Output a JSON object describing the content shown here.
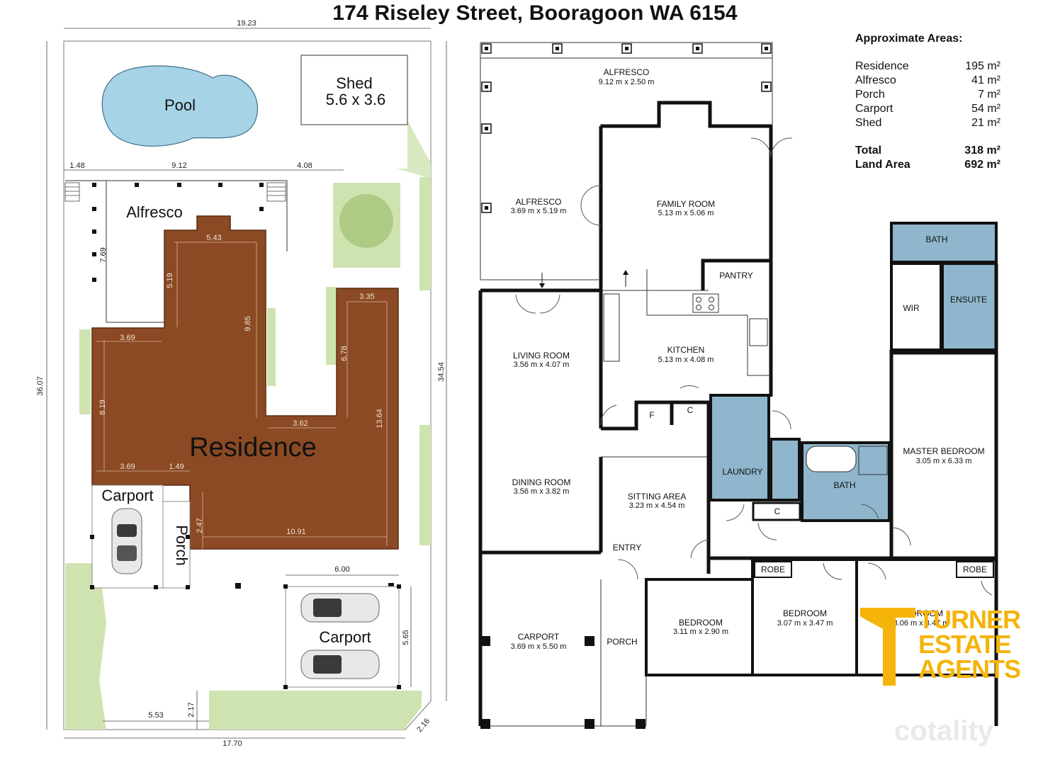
{
  "title": "174 Riseley Street, Booragoon WA 6154",
  "site_plan": {
    "labels": {
      "pool": "Pool",
      "shed_name": "Shed",
      "shed_size": "5.6 x 3.6",
      "alfresco": "Alfresco",
      "residence": "Residence",
      "carport1": "Carport",
      "porch": "Porch",
      "carport2": "Carport"
    },
    "dimensions": {
      "top_width": "19.23",
      "left_height": "36.07",
      "right_height": "34.54",
      "bottom_width": "17.70",
      "corner": "2.16",
      "d148": "1.48",
      "d912": "9.12",
      "d408": "4.08",
      "d769": "7.69",
      "d543": "5.43",
      "d519": "5.19",
      "d985": "9.85",
      "d335": "3.35",
      "d678": "6.78",
      "d369a": "3.69",
      "d819": "8.19",
      "d362": "3.62",
      "d1364": "13.64",
      "d369b": "3.69",
      "d149": "1.49",
      "d247": "2.47",
      "d1091": "10.91",
      "d600": "6.00",
      "d565": "5.65",
      "d553": "5.53",
      "d217": "2.17"
    }
  },
  "floor_plan": {
    "rooms": {
      "alfresco_top_name": "ALFRESCO",
      "alfresco_top_size": "9.12 m x 2.50 m",
      "alfresco_left_name": "ALFRESCO",
      "alfresco_left_size": "3.69 m x 5.19 m",
      "family_name": "FAMILY ROOM",
      "family_size": "5.13 m x 5.06 m",
      "pantry": "PANTRY",
      "kitchen_name": "KITCHEN",
      "kitchen_size": "5.13 m x 4.08 m",
      "living_name": "LIVING ROOM",
      "living_size": "3.56 m x 4.07 m",
      "f": "F",
      "c1": "C",
      "laundry": "LAUNDRY",
      "bath_main": "BATH",
      "c2": "C",
      "dining_name": "DINING ROOM",
      "dining_size": "3.56 m x 3.82 m",
      "sitting_name": "SITTING AREA",
      "sitting_size": "3.23 m x 4.54 m",
      "entry": "ENTRY",
      "bath_ens": "BATH",
      "wir": "WIR",
      "ensuite": "ENSUITE",
      "master_name": "MASTER BEDROOM",
      "master_size": "3.05 m x 6.33 m",
      "robe1": "ROBE",
      "robe2": "ROBE",
      "carport_name": "CARPORT",
      "carport_size": "3.69 m x 5.50 m",
      "porch": "PORCH",
      "bed1_name": "BEDROOM",
      "bed1_size": "3.11 m x 2.90 m",
      "bed2_name": "BEDROOM",
      "bed2_size": "3.07 m x 3.47 m",
      "bed3_name": "BEDROOM",
      "bed3_size": "3.06 m x 3.47 m"
    }
  },
  "areas": {
    "heading": "Approximate Areas:",
    "rows": [
      {
        "name": "Residence",
        "value": "195 m²"
      },
      {
        "name": "Alfresco",
        "value": "41 m²"
      },
      {
        "name": "Porch",
        "value": "7 m²"
      },
      {
        "name": "Carport",
        "value": "54 m²"
      },
      {
        "name": "Shed",
        "value": "21 m²"
      }
    ],
    "total_label": "Total",
    "total_value": "318 m²",
    "land_label": "Land Area",
    "land_value": "692 m²"
  },
  "branding": {
    "logo_line1": "TURNER",
    "logo_line2": "ESTATE",
    "logo_line3": "AGENTS",
    "logo_color": "#f5b40a",
    "watermark": "cotality"
  },
  "colors": {
    "residence_fill": "#8b4a24",
    "pool_fill": "#a7d3e6",
    "wet_area_fill": "#8fb6cc",
    "wall": "#111111"
  }
}
